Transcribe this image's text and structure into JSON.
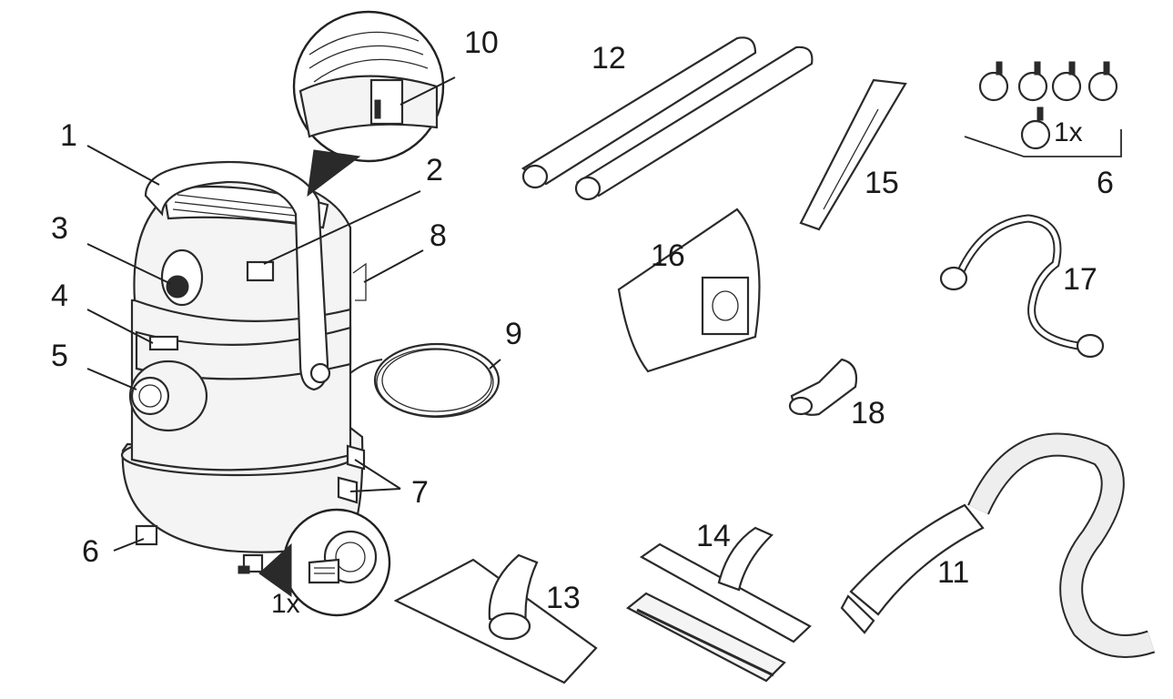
{
  "labels": {
    "n1": "1",
    "n2": "2",
    "n3": "3",
    "n4": "4",
    "n5": "5",
    "n6a": "6",
    "n6b": "6",
    "n7": "7",
    "n8": "8",
    "n9": "9",
    "n10": "10",
    "n11": "11",
    "n12": "12",
    "n13": "13",
    "n14": "14",
    "n15": "15",
    "n16": "16",
    "n17": "17",
    "n18": "18",
    "qty_castor": "1x",
    "qty_wheels": "1x"
  }
}
